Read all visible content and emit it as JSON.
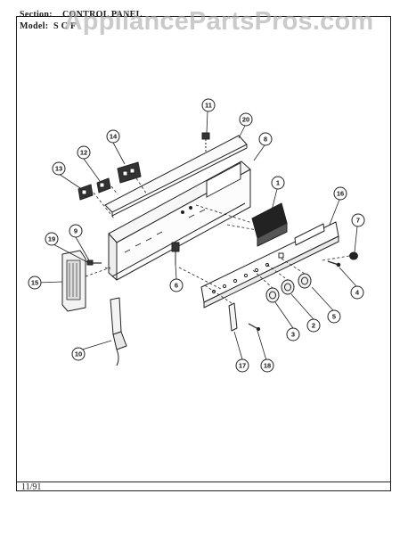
{
  "header": {
    "section_label": "Section:",
    "section_value": "CONTROL PANEL",
    "model_label": "Model:",
    "model_value": "S C F"
  },
  "watermark": "AppliancePartsPros.com",
  "footer": {
    "date": "11/91"
  },
  "callouts": [
    {
      "id": "c1",
      "label": "1"
    },
    {
      "id": "c2",
      "label": "2"
    },
    {
      "id": "c3",
      "label": "3"
    },
    {
      "id": "c4",
      "label": "4"
    },
    {
      "id": "c5",
      "label": "5"
    },
    {
      "id": "c6",
      "label": "6"
    },
    {
      "id": "c7",
      "label": "7"
    },
    {
      "id": "c8",
      "label": "8"
    },
    {
      "id": "c9",
      "label": "9"
    },
    {
      "id": "c10",
      "label": "10"
    },
    {
      "id": "c11",
      "label": "11"
    },
    {
      "id": "c12",
      "label": "12"
    },
    {
      "id": "c13",
      "label": "13"
    },
    {
      "id": "c14",
      "label": "14"
    },
    {
      "id": "c15",
      "label": "15"
    },
    {
      "id": "c16",
      "label": "16"
    },
    {
      "id": "c17",
      "label": "17"
    },
    {
      "id": "c18",
      "label": "18"
    },
    {
      "id": "c19",
      "label": "19"
    },
    {
      "id": "c20",
      "label": "20"
    }
  ]
}
